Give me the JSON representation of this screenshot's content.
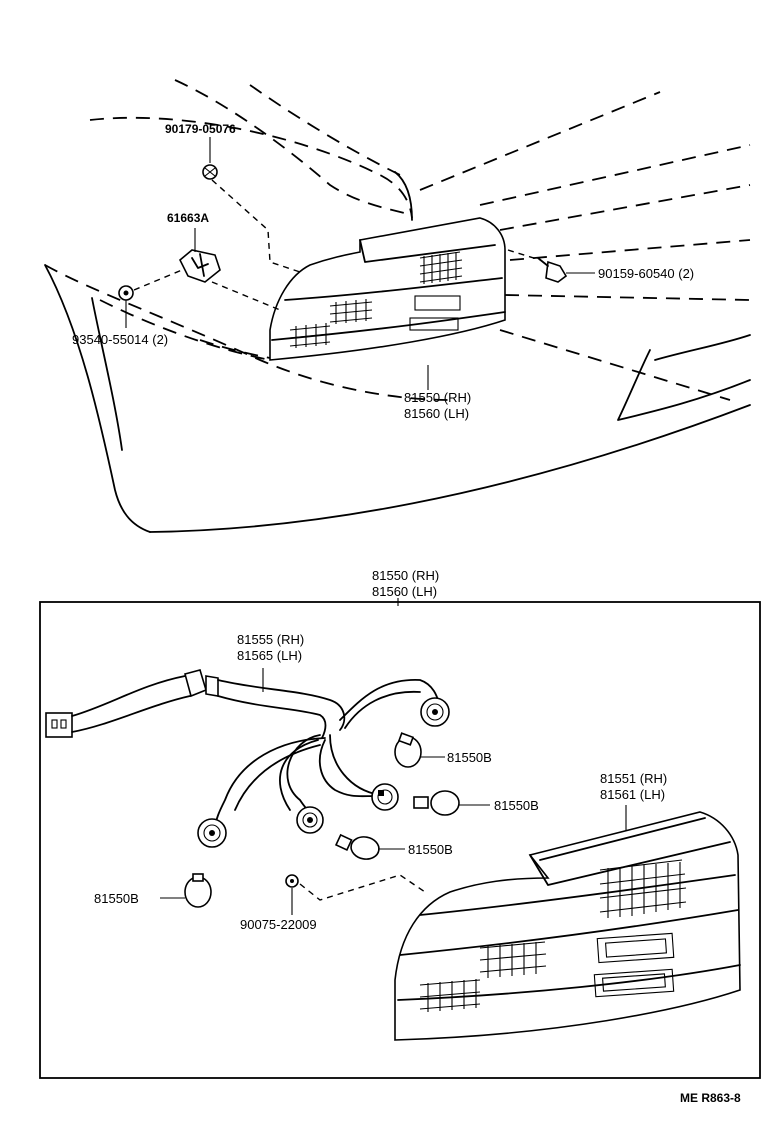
{
  "diagram": {
    "top_labels": {
      "screw": "90179-05076",
      "clip": "61663A",
      "nut": "93540-55014 (2)",
      "bolt": "90159-60540 (2)",
      "lamp_rh": "81550 (RH)",
      "lamp_lh": "81560 (LH)"
    },
    "bottom_labels": {
      "assy_rh": "81550 (RH)",
      "assy_lh": "81560 (LH)",
      "socket_rh": "81555 (RH)",
      "socket_lh": "81565 (LH)",
      "bulb_1": "81550B",
      "bulb_2": "81550B",
      "bulb_3": "81550B",
      "bulb_4": "81550B",
      "lens_rh": "81551 (RH)",
      "lens_lh": "81561 (LH)",
      "gasket": "90075-22009"
    },
    "footer_code": "ME R863-8"
  }
}
